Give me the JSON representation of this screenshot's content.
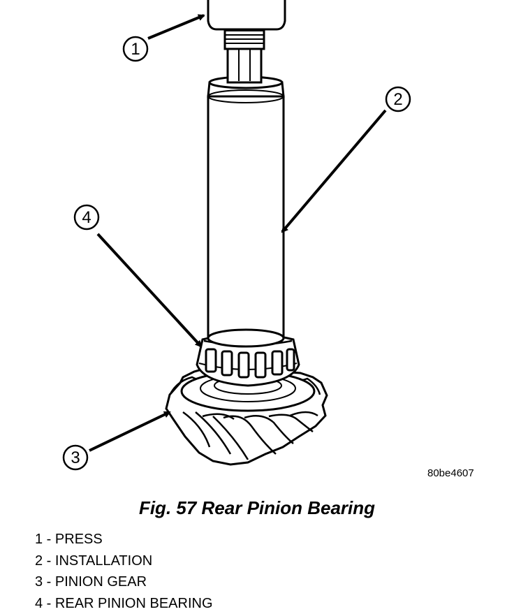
{
  "figure": {
    "image_id": "80be4607",
    "callouts": [
      "1",
      "2",
      "3",
      "4"
    ]
  },
  "caption": "Fig. 57 Rear Pinion Bearing",
  "legend": [
    {
      "num": "1",
      "sep": " - ",
      "label": "PRESS"
    },
    {
      "num": "2",
      "sep": " - ",
      "label": "INSTALLATION"
    },
    {
      "num": "3",
      "sep": " - ",
      "label": "PINION GEAR"
    },
    {
      "num": "4",
      "sep": " - ",
      "label": "REAR PINION BEARING"
    }
  ]
}
